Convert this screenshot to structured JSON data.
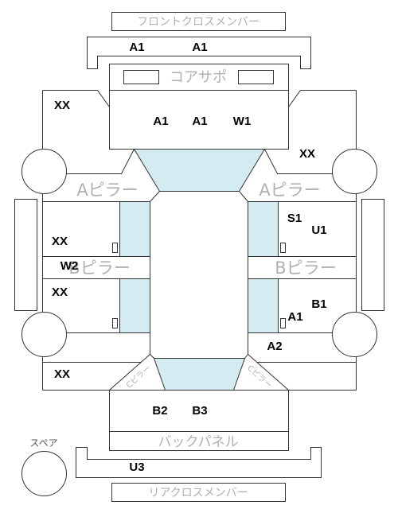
{
  "diagram": {
    "part_labels": {
      "front_cross_member": "フロントクロスメンバー",
      "core_support": "コアサポ",
      "a_pillar_left": "Aピラー",
      "a_pillar_right": "Aピラー",
      "b_pillar_left": "Bピラー",
      "b_pillar_right": "Bピラー",
      "c_pillar_left": "Cピラー",
      "c_pillar_right": "Cピラー",
      "back_panel": "バックパネル",
      "rear_cross_member": "リアクロスメンバー",
      "spare": "スペア"
    },
    "codes": {
      "front_side_member": [
        "A1",
        "A1"
      ],
      "engine_room": [
        "A1",
        "A1",
        "W1"
      ],
      "front_left": "XX",
      "front_right": "XX",
      "left_front_door": "XX",
      "right_front_door": [
        "S1",
        "U1"
      ],
      "left_b_pillar": "W2",
      "left_rear_door": "XX",
      "right_rear_door": [
        "B1",
        "A1"
      ],
      "right_rear_quarter": "A2",
      "left_rear": "XX",
      "trunk_floor": [
        "B2",
        "B3"
      ],
      "rear_cross_member": "U3"
    },
    "colors": {
      "outline": "#333333",
      "panel_fill": "#d4ebf2",
      "part_label": "#b0b0b0",
      "code_label": "#000000"
    }
  }
}
